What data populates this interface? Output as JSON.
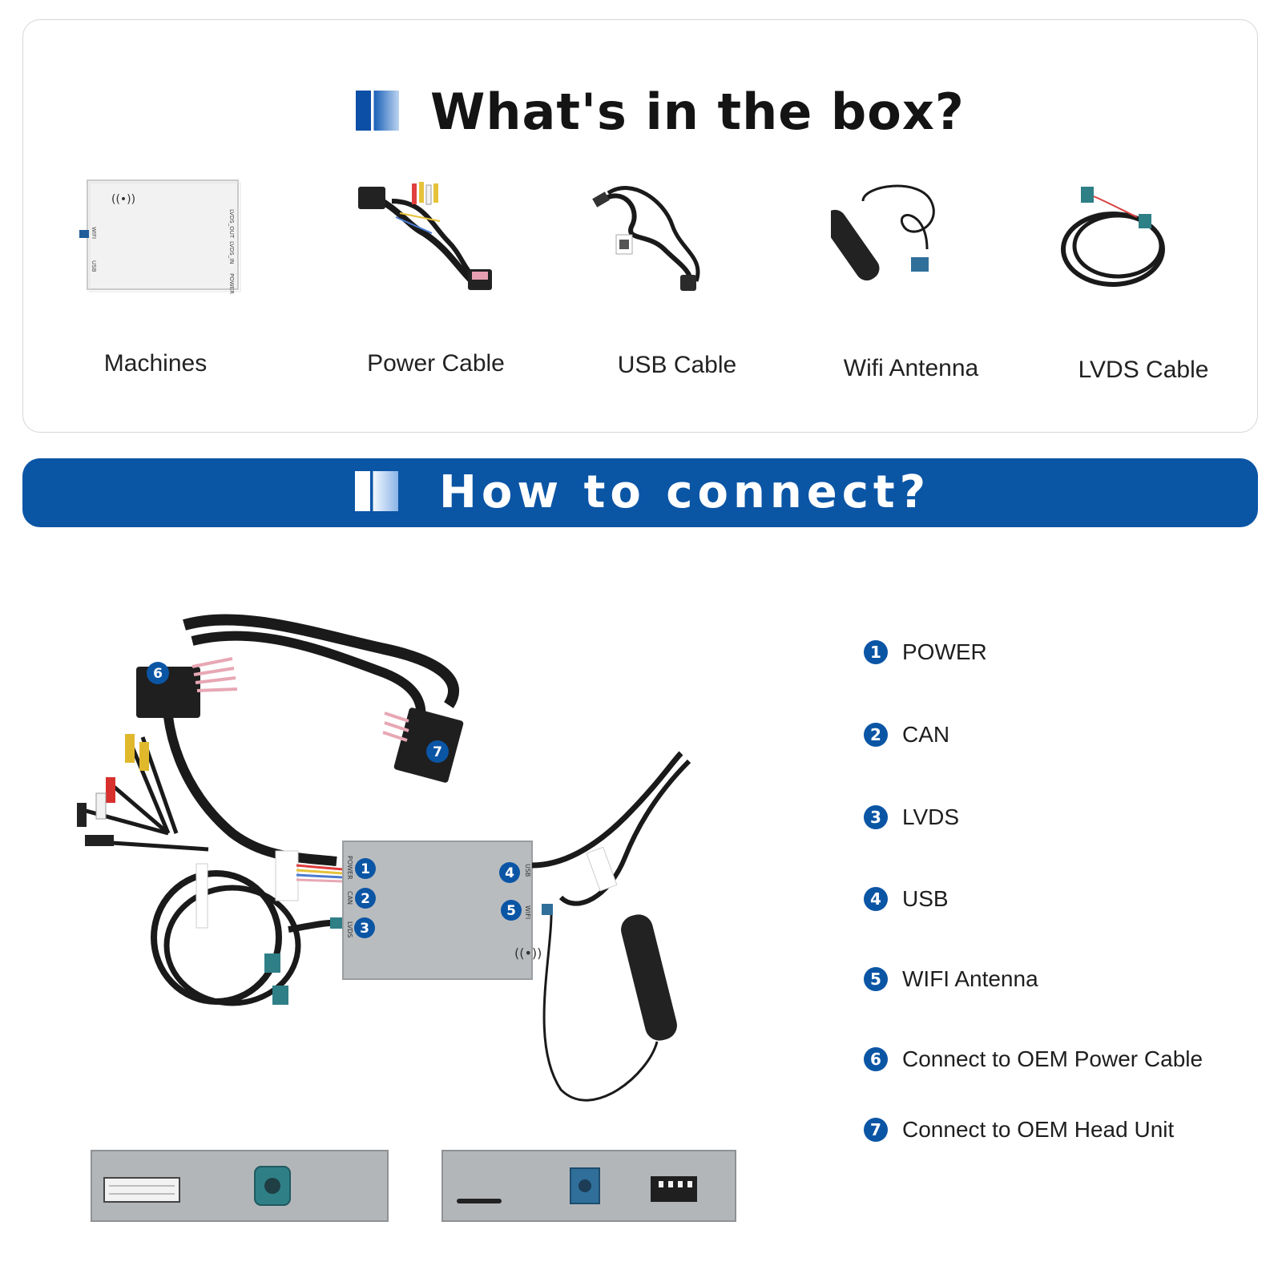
{
  "box_section": {
    "title": "What's in the box?",
    "items": [
      {
        "label": "Machines",
        "icon": "machine-box-icon"
      },
      {
        "label": "Power Cable",
        "icon": "power-cable-icon"
      },
      {
        "label": "USB Cable",
        "icon": "usb-cable-icon"
      },
      {
        "label": "Wifi Antenna",
        "icon": "wifi-antenna-icon"
      },
      {
        "label": "LVDS Cable",
        "icon": "lvds-cable-icon"
      }
    ],
    "machine_port_labels": [
      "WIFI",
      "USB",
      "LVDS_OUT",
      "LVDS_IN",
      "POWER"
    ]
  },
  "connect_section": {
    "title": "How to connect?",
    "diagram_labels": {
      "power": "POWER",
      "can": "CAN",
      "lvds": "LVDS",
      "usb": "USB",
      "wifi": "WIFI"
    },
    "markers": [
      "1",
      "2",
      "3",
      "4",
      "5",
      "6",
      "7"
    ],
    "legend": [
      {
        "num": "1",
        "label": "POWER"
      },
      {
        "num": "2",
        "label": "CAN"
      },
      {
        "num": "3",
        "label": "LVDS"
      },
      {
        "num": "4",
        "label": "USB"
      },
      {
        "num": "5",
        "label": "WIFI Antenna"
      },
      {
        "num": "6",
        "label": "Connect to OEM Power Cable"
      },
      {
        "num": "7",
        "label": "Connect to OEM Head Unit"
      }
    ]
  },
  "colors": {
    "brand_blue": "#0b55a5",
    "panel_silver": "#b9bcbf",
    "cable_black": "#1a1a1a",
    "fakra_teal": "#2f7f86"
  }
}
